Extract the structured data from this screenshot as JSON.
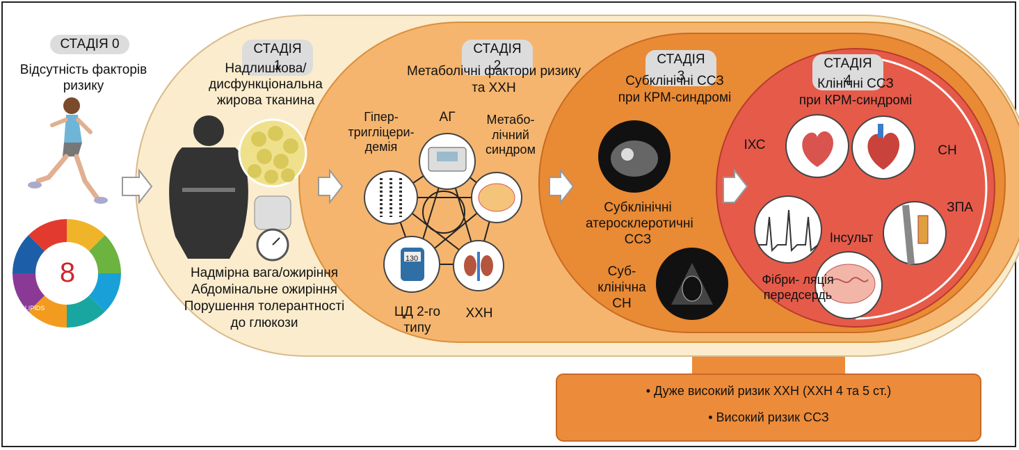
{
  "stage0": {
    "pill": "СТАДІЯ 0",
    "description": "Відсутність факторів ризику",
    "wheel_number": "8",
    "wheel_icons": [
      "no-smoking-icon",
      "bed-icon",
      "apple-icon",
      "exercise-icon",
      "blood-sugar-icon",
      "weight-scale-icon",
      "lipids-icon",
      "blood-pressure-icon"
    ],
    "wheel_segment_label": "LIPIDS"
  },
  "stage1": {
    "pill": "СТАДІЯ 1",
    "title": "Надлишкова/ дисфункціональна жирова тканина",
    "bottom_line1": "Надмірна вага/ожиріння",
    "bottom_line2": "Абдомінальне ожиріння",
    "bottom_line3": "Порушення толерантності",
    "bottom_line4": "до глюкози"
  },
  "stage2": {
    "pill": "СТАДІЯ 2",
    "title_line1": "Метаболічні фактори ризику",
    "title_line2": "та ХХН",
    "hypertrig": "Гіпер- тригліцери- демія",
    "ag": "АГ",
    "metsyn": "Метабо- лічний синдром",
    "cd": "ЦД 2-го типу",
    "ckd": "ХХН",
    "glucometer_value": "130"
  },
  "stage3": {
    "pill": "СТАДІЯ 3",
    "title_line1": "Субклінічні ССЗ",
    "title_line2": "при КРМ-синдромі",
    "athero": "Субклінічні атеросклеротичні ССЗ",
    "subhf": "Суб- клінічна СН"
  },
  "stage4": {
    "pill": "СТАДІЯ 4",
    "title_line1": "Клінічні ССЗ",
    "title_line2": "при КРМ-синдромі",
    "ihd": "ІХС",
    "hf": "СН",
    "pad": "ЗПА",
    "stroke": "Інсульт",
    "af": "Фібри- ляція передсердь"
  },
  "risk_box": {
    "line1": "• Дуже високий ризик ХХН (ХХН 4 та 5 ст.)",
    "line2": "• Високий ризик ССЗ"
  },
  "colors": {
    "stage1_fill": "#faeccd",
    "stage2_fill": "#f5b56e",
    "stage3_fill": "#e98a35",
    "stage4_fill": "#e65a4a",
    "risk_box_fill": "#ec8b3a",
    "pill_bg": "#dcdcdc"
  }
}
